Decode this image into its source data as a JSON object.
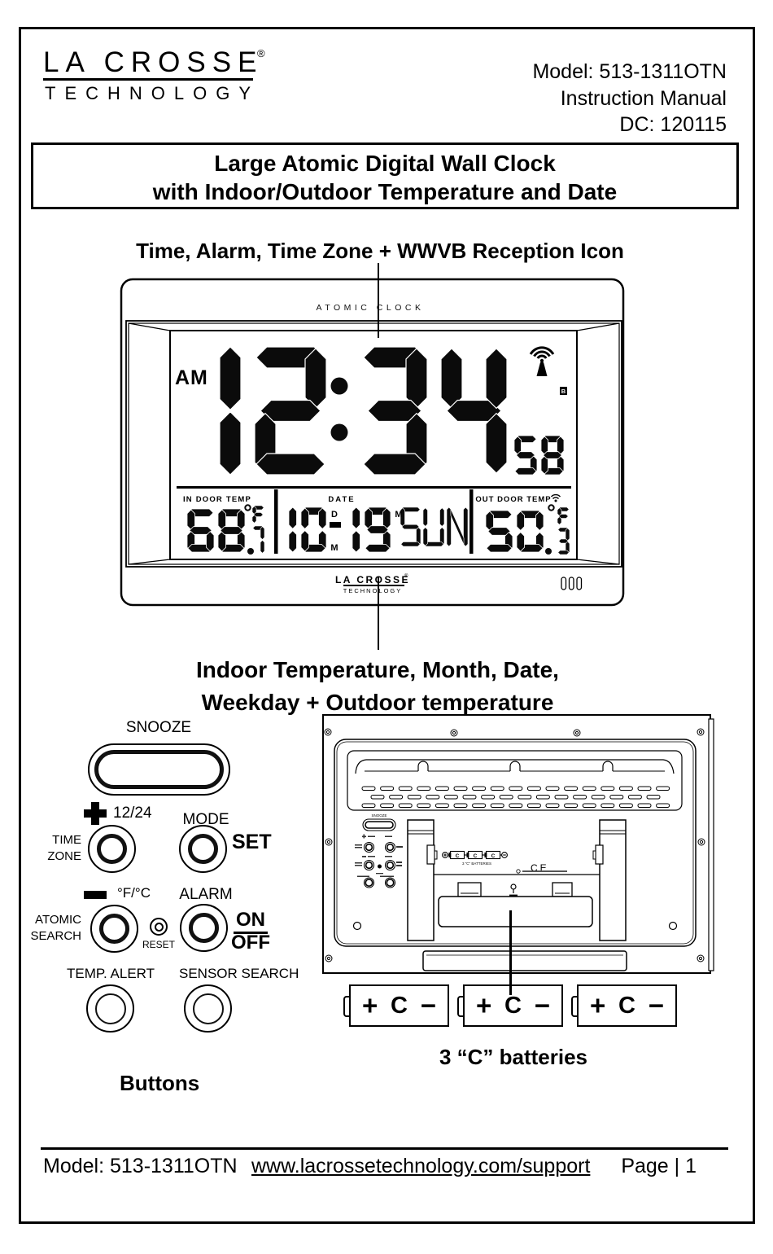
{
  "header": {
    "brand_line1": "LA CROSSE",
    "brand_reg": "®",
    "brand_line2": "TECHNOLOGY",
    "model": "Model: 513-1311OTN",
    "manual": "Instruction Manual",
    "dc": "DC: 120115"
  },
  "title": {
    "line1": "Large Atomic Digital Wall Clock",
    "line2": "with Indoor/Outdoor Temperature and Date"
  },
  "callouts": {
    "top": "Time, Alarm, Time Zone + WWVB Reception Icon",
    "mid_line1": "Indoor Temperature, Month, Date,",
    "mid_line2": "Weekday + Outdoor temperature"
  },
  "clock": {
    "brand_top": "ATOMIC CLOCK",
    "am": "AM",
    "time": "12:34",
    "seconds": "58",
    "indoor_label": "IN DOOR TEMP",
    "indoor_value": "68",
    "indoor_decimal": "7",
    "date_label": "DATE",
    "date_day": "10",
    "date_day_marker": "D",
    "date_month_marker_low": "M",
    "date_month": "19",
    "date_month_marker": "M",
    "date_weekday": "SUN",
    "outdoor_label": "OUT DOOR TEMP",
    "outdoor_value": "50",
    "outdoor_decimal": "3",
    "unit": "F",
    "battery_icon_letter": "B",
    "logo_line1": "LA CROSSE",
    "logo_reg": "®",
    "logo_line2": "TECHNOLOGY"
  },
  "buttons": {
    "snooze": "SNOOZE",
    "plus_label": "12/24",
    "mode": "MODE",
    "time_zone_line1": "TIME",
    "time_zone_line2": "ZONE",
    "set": "SET",
    "fc_label": "°F/°C",
    "alarm": "ALARM",
    "atomic_line1": "ATOMIC",
    "atomic_line2": "SEARCH",
    "reset": "RESET",
    "on": "ON",
    "off": "OFF",
    "temp_alert": "TEMP. ALERT",
    "sensor_search": "SENSOR SEARCH",
    "caption": "Buttons"
  },
  "back_view": {
    "snooze": "SNOOZE",
    "batteries_label": "3 \"C\" BATTERIES",
    "ce": "CE"
  },
  "battery": {
    "plus": "+",
    "size": "C",
    "minus": "−",
    "caption": "3 “C” batteries"
  },
  "footer": {
    "model": "Model: 513-1311OTN",
    "url": "www.lacrossetechnology.com/support",
    "page": "Page | 1"
  }
}
